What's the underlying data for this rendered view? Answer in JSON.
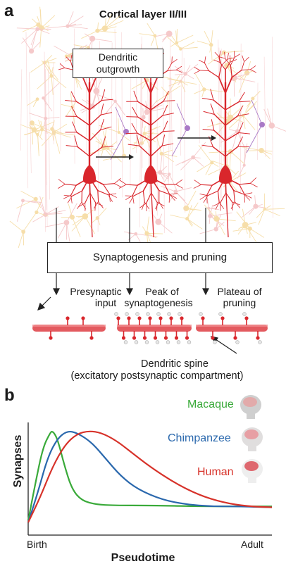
{
  "panel_a": {
    "letter": "a",
    "title": "Cortical layer II/III",
    "dendritic_box": [
      "Dendritic",
      "outgrowth"
    ],
    "synapse_box": "Synaptogenesis and pruning",
    "stage1": [
      "Presynaptic",
      "input"
    ],
    "stage2": [
      "Peak of",
      "synaptogenesis"
    ],
    "stage3": [
      "Plateau of",
      "pruning"
    ],
    "spine_label": [
      "Dendritic spine",
      "(excitatory postsynaptic compartment)"
    ],
    "colors": {
      "neuron": "#d9262c",
      "background_astro": "#f3d48e",
      "background_neuron": "#f2b7b9",
      "purple": "#a979c6"
    }
  },
  "panel_b": {
    "letter": "b"
  },
  "chart_data": {
    "type": "line",
    "ylabel": "Synapses",
    "xlabel": "Pseudotime",
    "x_tick_labels": [
      "Birth",
      "Adult"
    ],
    "xlim": [
      0,
      1
    ],
    "ylim": [
      0,
      1
    ],
    "series": [
      {
        "name": "Macaque",
        "color": "#3aaa3a",
        "x": [
          0.0,
          0.03,
          0.06,
          0.09,
          0.1,
          0.12,
          0.15,
          0.18,
          0.22,
          0.28,
          0.35,
          0.5,
          0.7,
          1.0
        ],
        "y": [
          0.05,
          0.45,
          0.82,
          0.98,
          1.0,
          0.92,
          0.62,
          0.38,
          0.26,
          0.22,
          0.21,
          0.21,
          0.2,
          0.2
        ]
      },
      {
        "name": "Chimpanzee",
        "color": "#2a68ad",
        "x": [
          0.0,
          0.04,
          0.08,
          0.12,
          0.16,
          0.2,
          0.26,
          0.32,
          0.38,
          0.45,
          0.55,
          0.65,
          0.75,
          0.85,
          1.0
        ],
        "y": [
          0.03,
          0.35,
          0.72,
          0.92,
          1.0,
          0.98,
          0.88,
          0.7,
          0.52,
          0.38,
          0.27,
          0.22,
          0.2,
          0.2,
          0.19
        ]
      },
      {
        "name": "Human",
        "color": "#d7322a",
        "x": [
          0.0,
          0.05,
          0.1,
          0.15,
          0.2,
          0.25,
          0.3,
          0.36,
          0.42,
          0.5,
          0.6,
          0.7,
          0.8,
          0.9,
          1.0
        ],
        "y": [
          0.03,
          0.3,
          0.62,
          0.85,
          0.97,
          1.0,
          0.98,
          0.9,
          0.78,
          0.62,
          0.45,
          0.32,
          0.24,
          0.2,
          0.19
        ]
      }
    ]
  }
}
